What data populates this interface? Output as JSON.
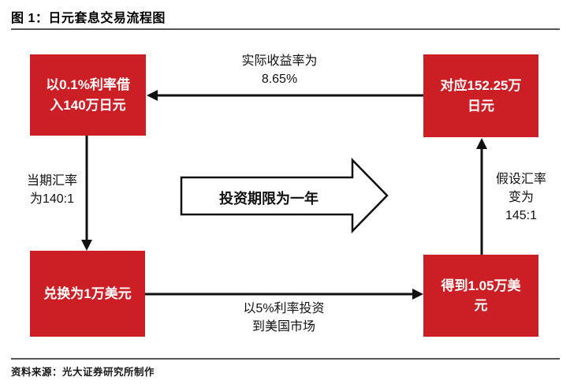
{
  "title": "图 1：日元套息交易流程图",
  "source": "资料来源：光大证券研究所制作",
  "colors": {
    "box_red": "#cc1e25",
    "arrow_black": "#111111",
    "rule_gray": "#555555"
  },
  "boxes": {
    "top_left": {
      "text": "以0.1%利率借\n入140万日元"
    },
    "top_right": {
      "text": "对应152.25万\n日元"
    },
    "bottom_left": {
      "text": "兑换为1万美元"
    },
    "bottom_right": {
      "text": "得到1.05万美\n元"
    }
  },
  "labels": {
    "actual_yield": "实际收益率为\n8.65%",
    "current_fx": "当期汇率\n为140:1",
    "investment_period": "投资期限为一年",
    "assumed_fx": "假设汇率\n变为\n145:1",
    "us_investment": "以5%利率投资\n到美国市场"
  }
}
